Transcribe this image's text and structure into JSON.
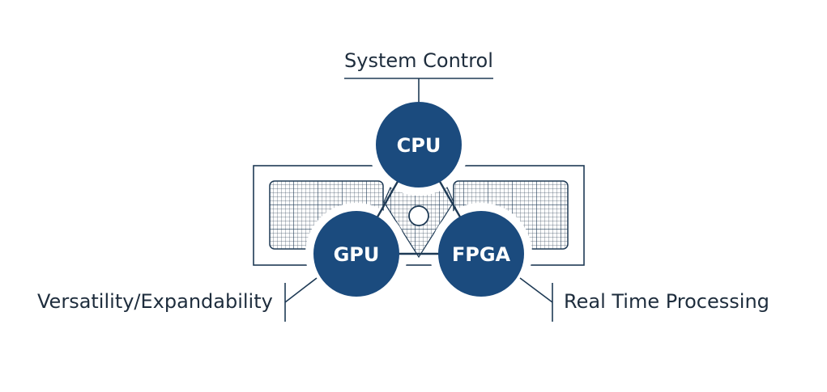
{
  "diagram": {
    "nodes": [
      {
        "id": "cpu",
        "label": "CPU"
      },
      {
        "id": "gpu",
        "label": "GPU"
      },
      {
        "id": "fpga",
        "label": "FPGA"
      }
    ],
    "captions": {
      "cpu": "System Control",
      "gpu": "Versatility/Expandability",
      "fpga": "Real Time Processing"
    },
    "colors": {
      "node_fill": "#1b4b7e",
      "node_text": "#ffffff",
      "line": "#1e3a55",
      "grid": "#46586a",
      "text": "#1e2d3d"
    }
  }
}
